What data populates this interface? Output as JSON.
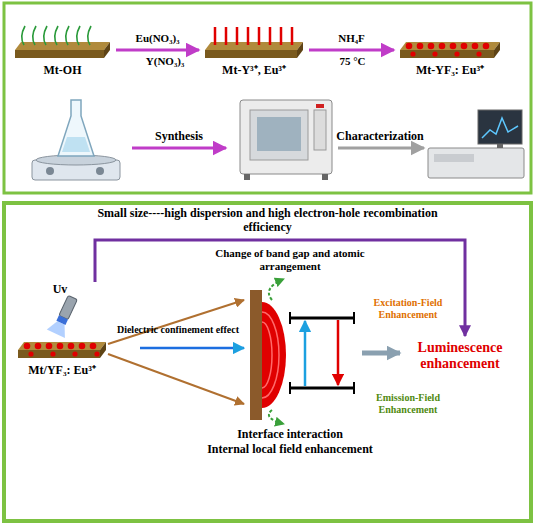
{
  "diagram": {
    "nodes": [
      {
        "text": [
          "Mt-OH"
        ]
      },
      {
        "text": [
          "Mt-Y³⁺, Eu³⁺"
        ]
      },
      {
        "text": [
          "Mt-YF₃: Eu³⁺"
        ]
      },
      {
        "text": [
          "Mt/YF₃: Eu³⁺"
        ]
      }
    ],
    "edges": [
      {
        "from": 0,
        "to": 1,
        "arrow": "to",
        "label": "Eu(NO₃)₃"
      },
      {
        "from": 1,
        "to": 2,
        "arrow": "to",
        "label": "NH₄F"
      }
    ],
    "labels": [
      "Y(NO₃)₃",
      "75 °C",
      "Synthesis",
      "Characterization",
      "Small size----high dispersion and high electron-hole recombination efficiency",
      "Change of band gap and atomic arrangement",
      "Uv",
      "Dielectric confinement effect",
      "Excitation-Field Enhancement",
      "Emission-Field Enhancement",
      "Luminescence enhancement",
      "Interface interaction",
      "Internal local field enhancement"
    ]
  }
}
